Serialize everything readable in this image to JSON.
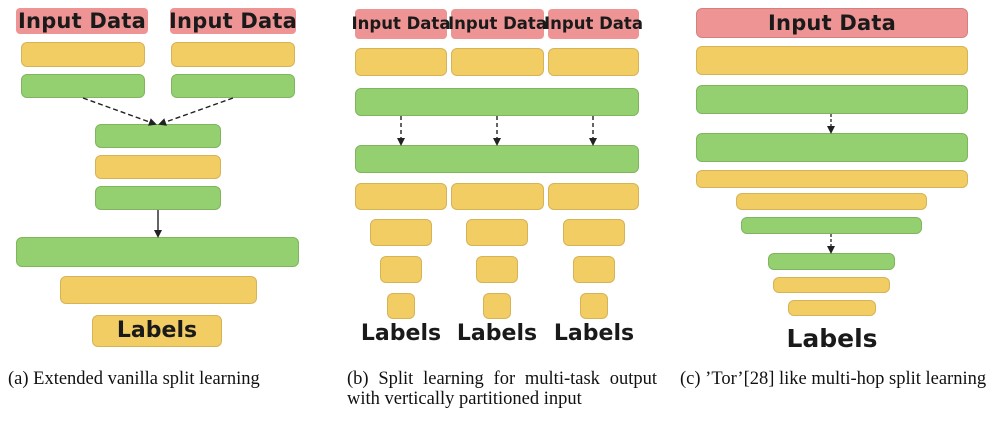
{
  "panel_a": {
    "input_left": "Input Data",
    "input_right": "Input Data",
    "labels": "Labels",
    "caption": "(a) Extended vanilla split learning"
  },
  "panel_b": {
    "input_1": "Input Data",
    "input_2": "Input Data",
    "input_3": "Input Data",
    "labels_1": "Labels",
    "labels_2": "Labels",
    "labels_3": "Labels",
    "caption": "(b) Split learning for multi-task output with vertically partitioned input"
  },
  "panel_c": {
    "input": "Input Data",
    "labels": "Labels",
    "caption": "(c) ’Tor’[28] like multi-hop split learning"
  },
  "colors": {
    "input": "#ef9494",
    "yellow_layer": "#f2cd63",
    "green_layer": "#94d06f"
  }
}
